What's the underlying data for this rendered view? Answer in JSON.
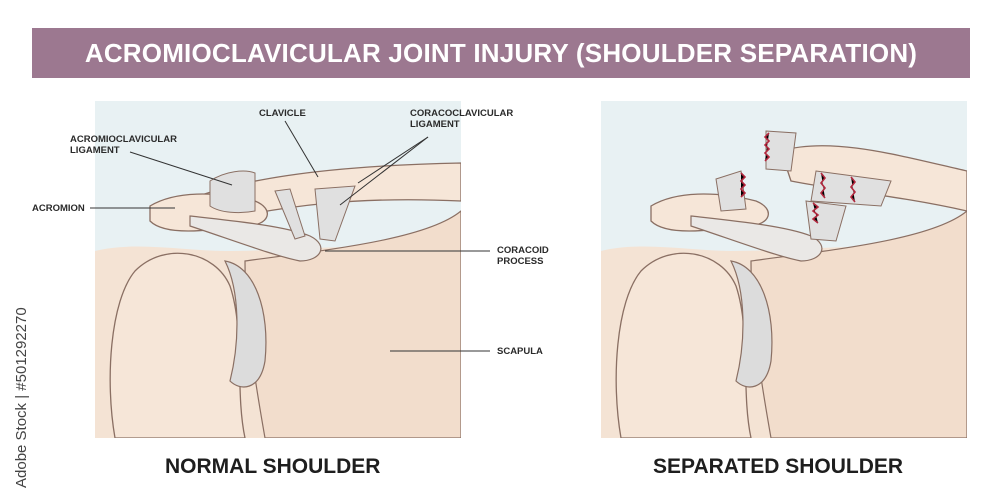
{
  "title": "ACROMIOCLAVICULAR JOINT INJURY (SHOULDER SEPARATION)",
  "labels": {
    "acromioclavicular_1": "ACROMIOCLAVICULAR",
    "acromioclavicular_2": "LIGAMENT",
    "clavicle": "CLAVICLE",
    "coracoclavicular_1": "CORACOCLAVICULAR",
    "coracoclavicular_2": "LIGAMENT",
    "acromion": "ACROMION",
    "coracoid_1": "CORACOID",
    "coracoid_2": "PROCESS",
    "scapula": "SCAPULA"
  },
  "captions": {
    "normal": "NORMAL SHOULDER",
    "separated": "SEPARATED SHOULDER"
  },
  "stock_id": "Adobe Stock | #501292270",
  "colors": {
    "banner": "#9c7890",
    "background_panel": "#e8f1f3",
    "bone": "#f4e3d4",
    "bone_outline": "#8a6f63",
    "ligament": "#dcdcdc",
    "tear": "#b2273d"
  }
}
